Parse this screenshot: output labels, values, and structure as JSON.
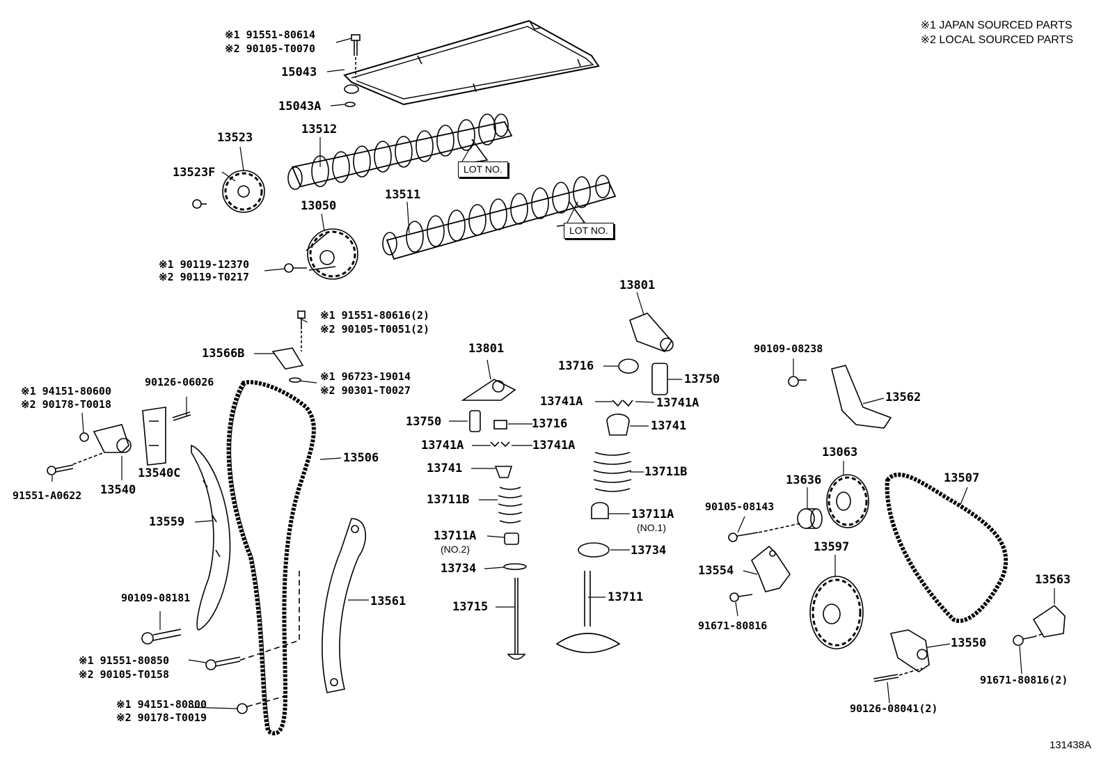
{
  "legend": {
    "japan": "※1 JAPAN SOURCED PARTS",
    "local": "※2 LOCAL SOURCED PARTS"
  },
  "figure_id": "131438A",
  "lot_no": "LOT NO.",
  "labels": {
    "l15043a_1": "※1 91551-80614",
    "l15043a_2": "※2 90105-T0070",
    "l15043": "15043",
    "l15043a": "15043A",
    "l13523": "13523",
    "l13512": "13512",
    "l13523f": "13523F",
    "l13050": "13050",
    "l13511": "13511",
    "l90119_1": "※1 90119-12370",
    "l90119_2": "※2 90119-T0217",
    "l13566b_1": "※1 91551-80616(2)",
    "l13566b_2": "※2 90105-T0051(2)",
    "l13566b": "13566B",
    "l96723_1": "※1 96723-19014",
    "l96723_2": "※2 90301-T0027",
    "l94151_1": "※1 94151-80600",
    "l94151_2": "※2 90178-T0018",
    "l90126a": "90126-06026",
    "l13506": "13506",
    "l13540c": "13540C",
    "l91551a": "91551-A0622",
    "l13540": "13540",
    "l13559": "13559",
    "l13561": "13561",
    "l90109b": "90109-08181",
    "l91551b_1": "※1 91551-80850",
    "l91551b_2": "※2 90105-T0158",
    "l94151b_1": "※1 94151-80800",
    "l94151b_2": "※2 90178-T0019",
    "l13801a": "13801",
    "l13801b": "13801",
    "l13716a": "13716",
    "l13750a": "13750",
    "l13741a_l": "13741A",
    "l13741a_r": "13741A",
    "l13741_r": "13741",
    "l13711b_r": "13711B",
    "l13711a_r": "13711A",
    "l_no1": "(NO.1)",
    "l13734_r": "13734",
    "l13711": "13711",
    "l13750b": "13750",
    "l13716b": "13716",
    "l13741a_l2": "13741A",
    "l13741a_r2": "13741A",
    "l13741_l": "13741",
    "l13711b_l": "13711B",
    "l13711a_l": "13711A",
    "l_no2": "(NO.2)",
    "l13734_l": "13734",
    "l13715": "13715",
    "l90109a": "90109-08238",
    "l13562": "13562",
    "l13063": "13063",
    "l13636": "13636",
    "l13507": "13507",
    "l90105": "90105-08143",
    "l13597": "13597",
    "l13554": "13554",
    "l91671a": "91671-80816",
    "l13563": "13563",
    "l13550": "13550",
    "l91671b": "91671-80816(2)",
    "l90126b": "90126-08041(2)"
  }
}
